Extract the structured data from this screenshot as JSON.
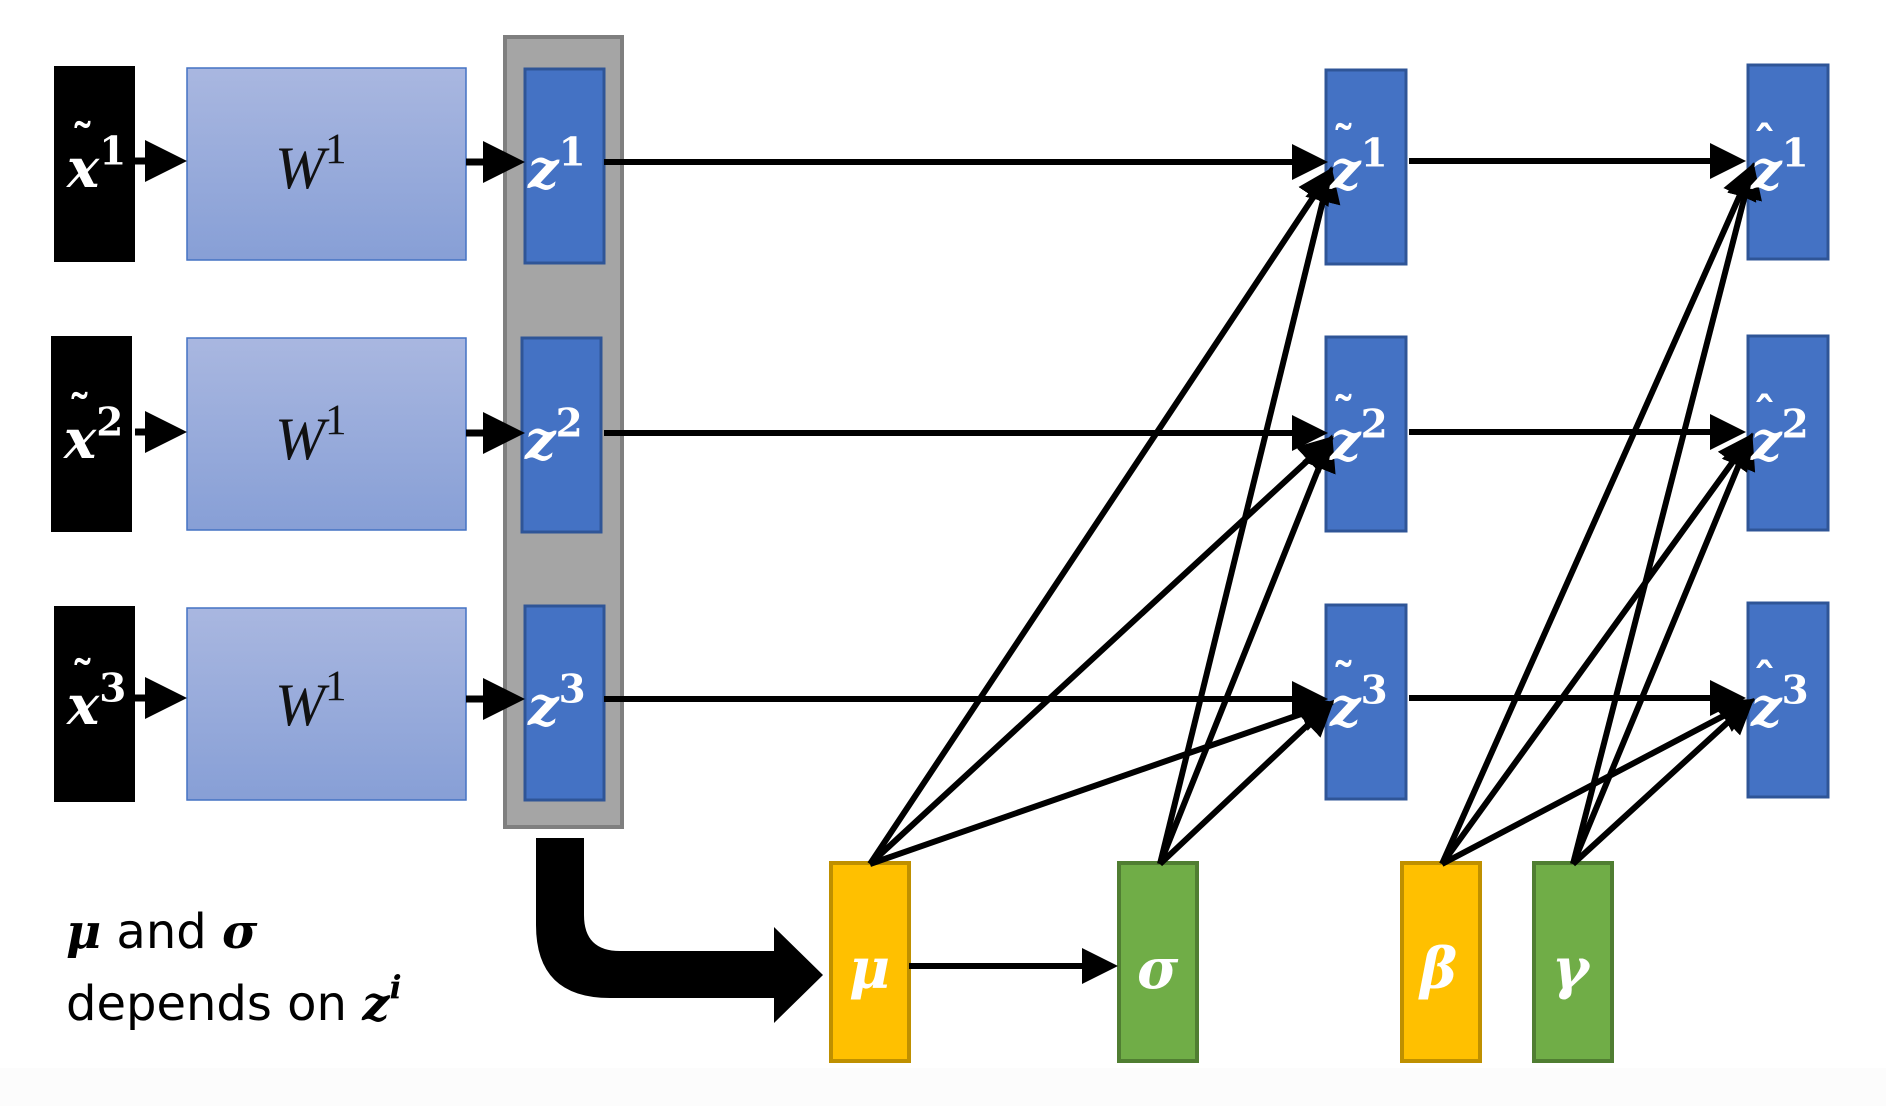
{
  "inputs": [
    {
      "symbol": "x",
      "accent": "~",
      "index": "1"
    },
    {
      "symbol": "x",
      "accent": "~",
      "index": "2"
    },
    {
      "symbol": "x",
      "accent": "~",
      "index": "3"
    }
  ],
  "weights": [
    {
      "symbol": "W",
      "index": "1"
    },
    {
      "symbol": "W",
      "index": "1"
    },
    {
      "symbol": "W",
      "index": "1"
    }
  ],
  "pre_activations": [
    {
      "symbol": "z",
      "index": "1"
    },
    {
      "symbol": "z",
      "index": "2"
    },
    {
      "symbol": "z",
      "index": "3"
    }
  ],
  "normalized": [
    {
      "symbol": "z",
      "accent": "~",
      "index": "1"
    },
    {
      "symbol": "z",
      "accent": "~",
      "index": "2"
    },
    {
      "symbol": "z",
      "accent": "~",
      "index": "3"
    }
  ],
  "outputs": [
    {
      "symbol": "z",
      "accent": "^",
      "index": "1"
    },
    {
      "symbol": "z",
      "accent": "^",
      "index": "2"
    },
    {
      "symbol": "z",
      "accent": "^",
      "index": "3"
    }
  ],
  "statistics": {
    "mean": "μ",
    "std": "σ",
    "shift": "β",
    "scale": "γ"
  },
  "caption": {
    "mu": "μ",
    "and": " and ",
    "sigma": "σ",
    "line2": "depends on ",
    "z": "z",
    "sup": "i"
  },
  "colors": {
    "input_box": "#000000",
    "weight_box_top": "#A9B7E0",
    "weight_box_bottom": "#879FD6",
    "weight_border": "#4472C4",
    "z_box": "#4472C4",
    "z_border": "#2F5597",
    "batch_column": "#A5A5A5",
    "batch_border": "#7F7F7F",
    "yellow": "#FFC000",
    "yellow_border": "#BF9000",
    "green": "#70AD47",
    "green_border": "#507E32",
    "arrow": "#000000"
  }
}
